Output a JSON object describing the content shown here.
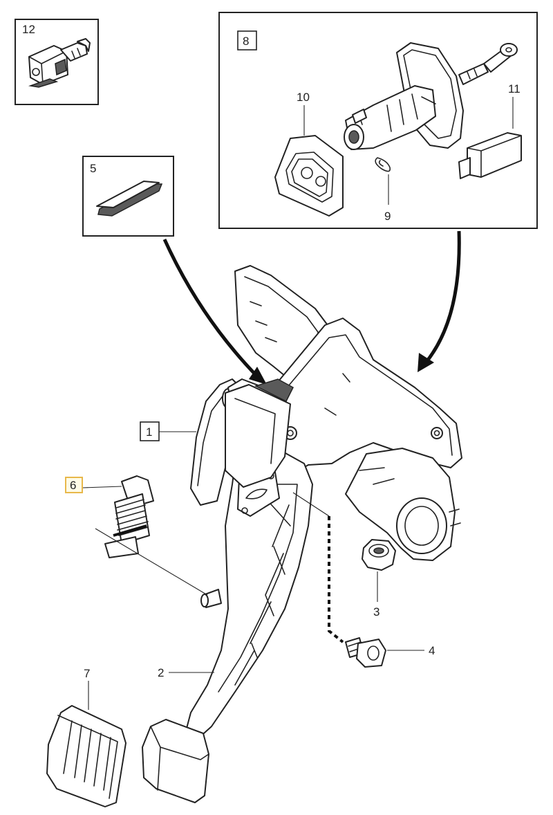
{
  "callouts": {
    "c1": "1",
    "c2": "2",
    "c3": "3",
    "c4": "4",
    "c5": "5",
    "c6": "6",
    "c7": "7",
    "c8": "8",
    "c9": "9",
    "c10": "10",
    "c11": "11",
    "c12": "12"
  },
  "highlight_color": "#e8b84a",
  "line_color": "#222222"
}
